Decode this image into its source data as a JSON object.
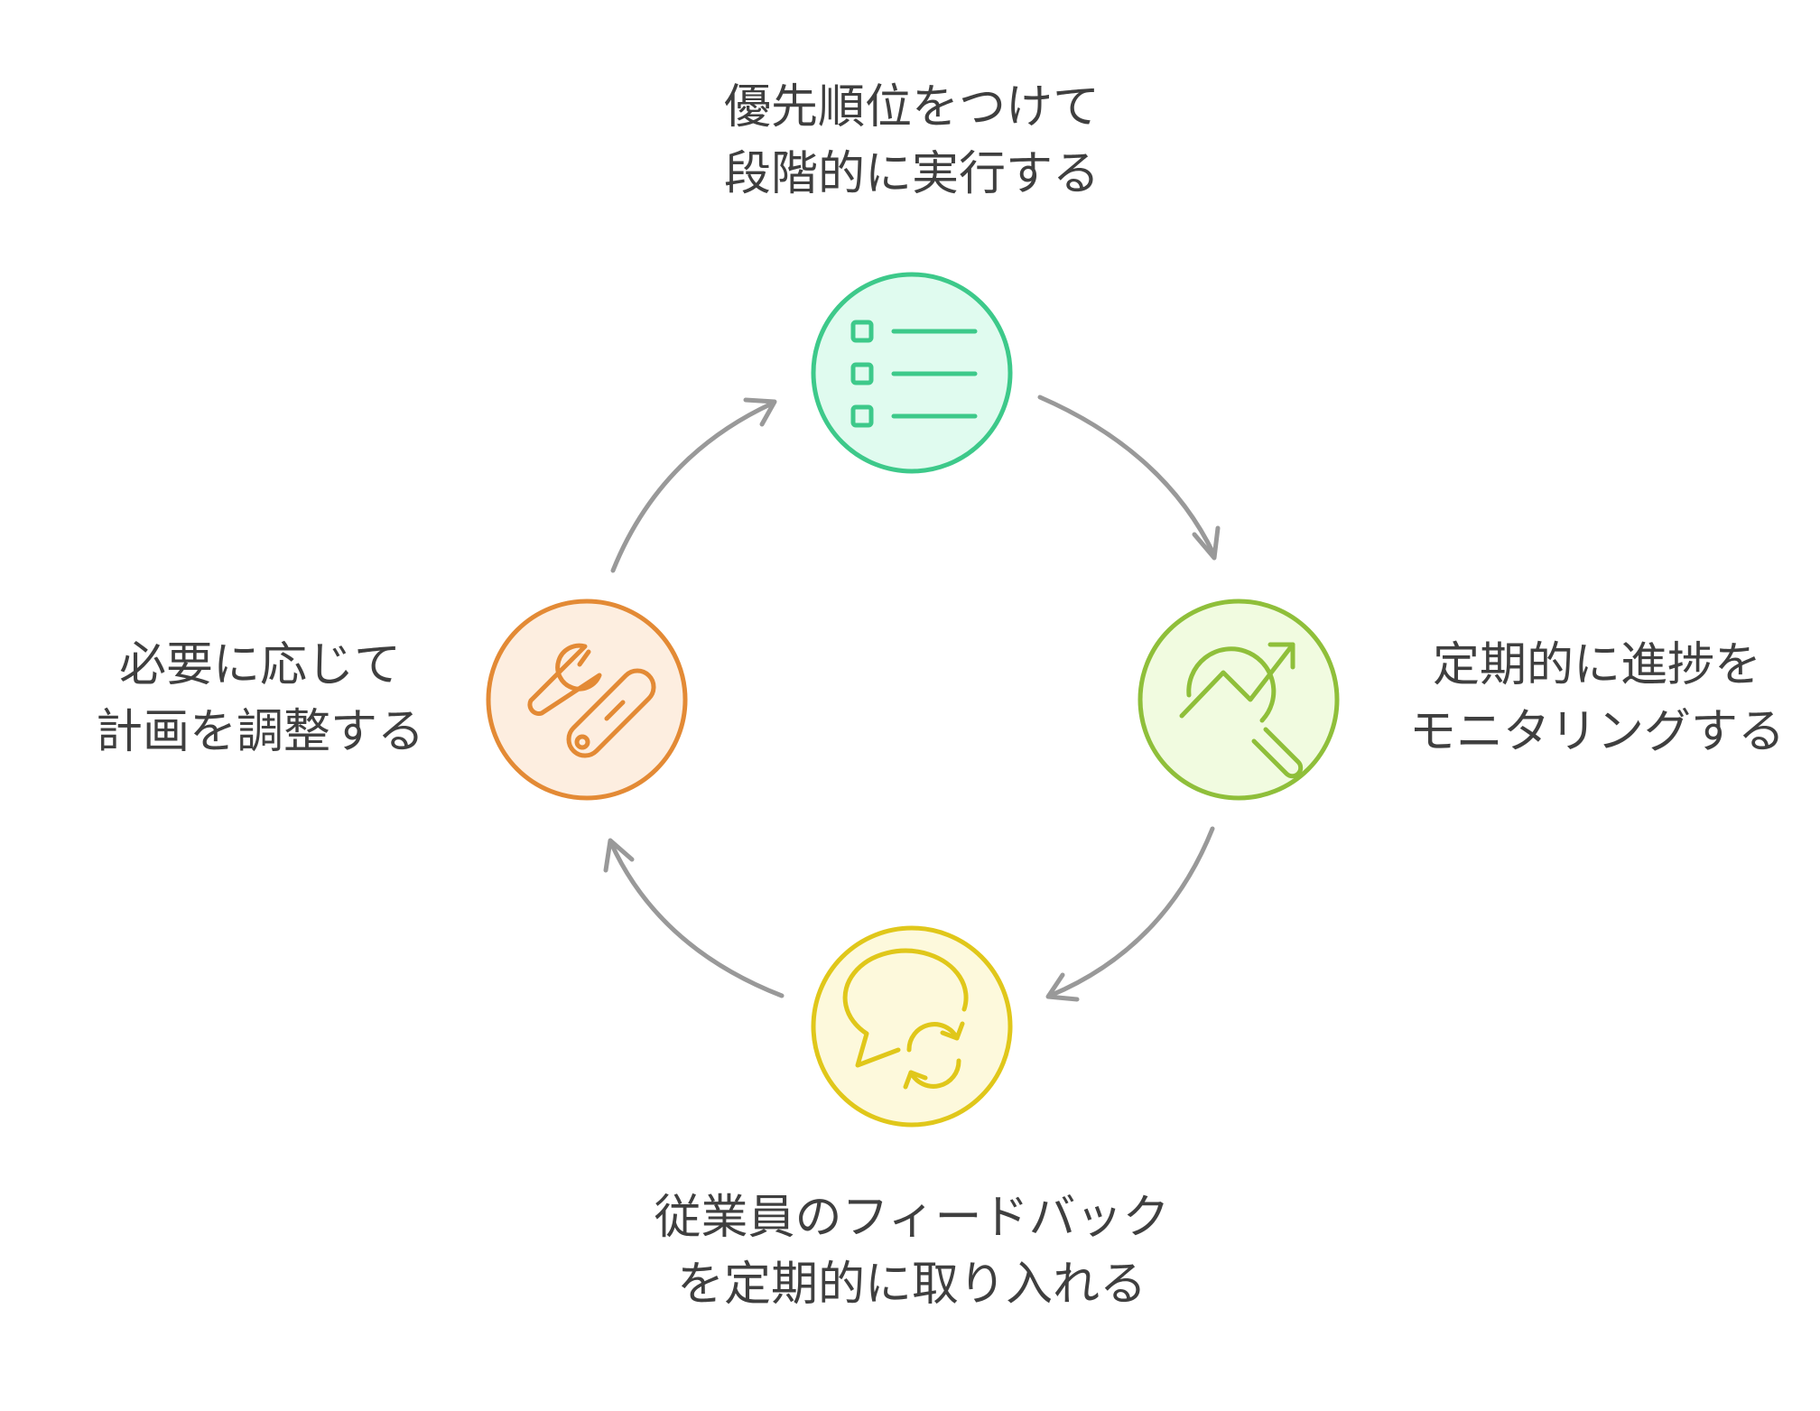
{
  "steps": [
    {
      "id": "prioritize",
      "icon": "checklist-icon",
      "lines": [
        "優先順位をつけて",
        "段階的に実行する"
      ],
      "color": "#3dc98a",
      "fill": "#e0fbef"
    },
    {
      "id": "monitor",
      "icon": "trend-magnifier-icon",
      "lines": [
        "定期的に進捗を",
        "モニタリングする"
      ],
      "color": "#8fbf3a",
      "fill": "#f1fbe0"
    },
    {
      "id": "feedback",
      "icon": "chat-refresh-icon",
      "lines": [
        "従業員のフィードバック",
        "を定期的に取り入れる"
      ],
      "color": "#e0c71a",
      "fill": "#fdf9dc"
    },
    {
      "id": "adjust",
      "icon": "tools-icon",
      "lines": [
        "必要に応じて",
        "計画を調整する"
      ],
      "color": "#e38a35",
      "fill": "#fdeee0"
    }
  ],
  "arrow_color": "#999999"
}
